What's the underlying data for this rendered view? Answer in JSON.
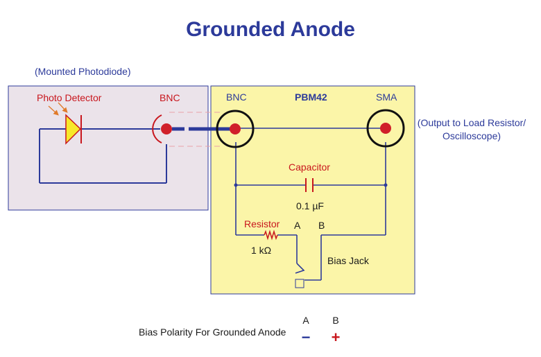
{
  "title": "Grounded Anode",
  "photodiode_box": {
    "caption": "(Mounted Photodiode)",
    "detector_label": "Photo Detector",
    "bnc_label": "BNC"
  },
  "pbm_box": {
    "bnc_label": "BNC",
    "name": "PBM42",
    "sma_label": "SMA",
    "capacitor_label": "Capacitor",
    "capacitor_value": "0.1 µF",
    "resistor_label": "Resistor",
    "resistor_value": "1 kΩ",
    "point_a": "A",
    "point_b": "B",
    "bias_jack_label": "Bias Jack"
  },
  "output_label_line1": "(Output to Load Resistor/",
  "output_label_line2": "Oscilloscope)",
  "polarity": {
    "caption": "Bias Polarity For Grounded Anode",
    "a_label": "A",
    "b_label": "B",
    "a_sign": "−",
    "b_sign": "+"
  },
  "colors": {
    "wire": "#2c3a9a",
    "label_red": "#c8161d",
    "photodiode_fill": "#ebe3ea",
    "pbm_fill": "#fbf5a8",
    "diode_fill": "#f7e82a",
    "node": "#d0202a"
  }
}
